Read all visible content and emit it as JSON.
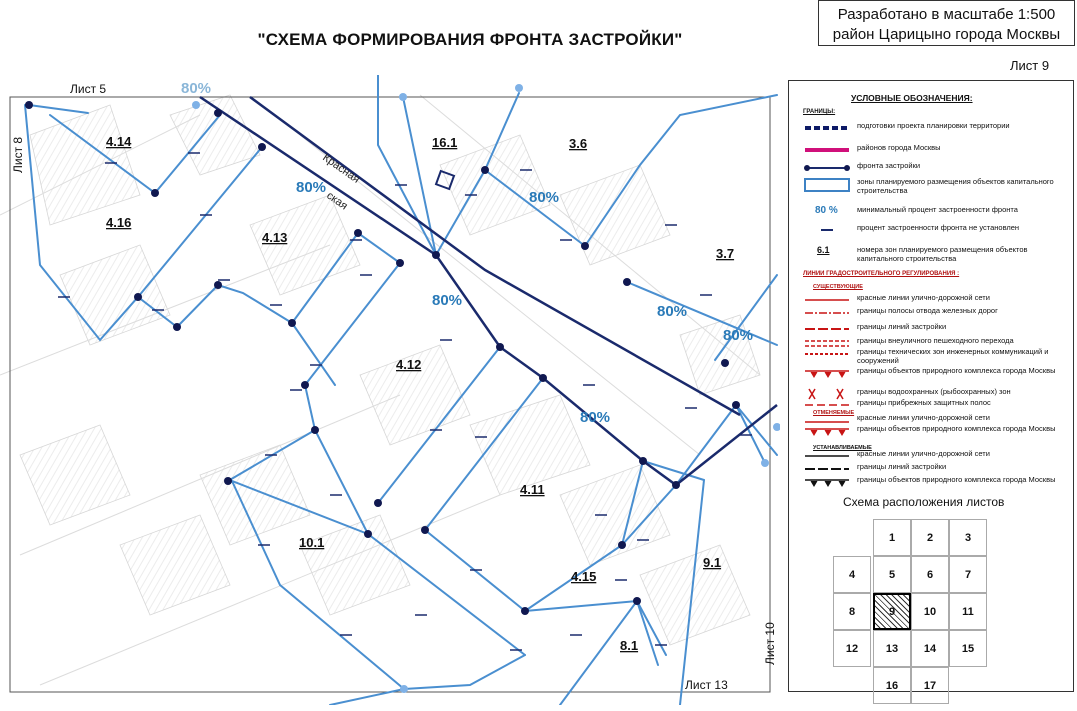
{
  "header": {
    "scale_line1": "Разработано в масштабе 1:500",
    "scale_line2": "район Царицыно города Москвы",
    "title": "\"СХЕМА ФОРМИРОВАНИЯ ФРОНТА ЗАСТРОЙКИ\"",
    "sheet": "Лист 9"
  },
  "map": {
    "sheet_refs": {
      "top": "Лист 5",
      "left": "Лист 8",
      "right": "Лист 10",
      "bottom": "Лист 13"
    },
    "street_label_1": "Красная",
    "street_label_2": "ская",
    "zones": [
      "4.14",
      "4.16",
      "4.13",
      "16.1",
      "3.6",
      "3.7",
      "4.12",
      "4.11",
      "10.1",
      "4.15",
      "9.1",
      "8.1"
    ],
    "percent_labels": [
      "80%",
      "80%",
      "80%",
      "80%",
      "80%",
      "80%",
      "80%"
    ],
    "colors": {
      "front_line": "#1a2a6c",
      "zone_line": "#3d82c4",
      "percent_text": "#2a7ab8",
      "red_line": "#111111"
    }
  },
  "legend": {
    "title": "УСЛОВНЫЕ ОБОЗНАЧЕНИЯ:",
    "boundaries_heading": "ГРАНИЦЫ:",
    "items": [
      "подготовки проекта планировки территории",
      "районов города Москвы",
      "фронта застройки",
      "зоны планируемого размещения объектов капитального строительства",
      "минимальный процент застроенности фронта",
      "процент застроенности фронта не установлен",
      "номера зон планируемого размещения объектов капитального строительства"
    ],
    "percent_symbol": "80 %",
    "zone_symbol": "6.1",
    "regulation_heading": "ЛИНИИ ГРАДОСТРОИТЕЛЬНОГО РЕГУЛИРОВАНИЯ :",
    "existing_heading": "СУЩЕСТВУЮЩИЕ",
    "existing_items": [
      "красные линии улично-дорожной сети",
      "границы полосы отвода железных дорог",
      "границы линий застройки",
      "границы внеуличного пешеходного перехода",
      "границы технических зон инженерных коммуникаций и сооружений",
      "границы объектов природного комплекса города Москвы",
      "границы водоохранных (рыбоохранных) зон",
      "границы прибрежных защитных полос"
    ],
    "cancelled_heading": "ОТМЕНЯЕМЫЕ",
    "cancelled_items": [
      "красные линии улично-дорожной сети",
      "границы объектов природного комплекса города Москвы"
    ],
    "established_heading": "УСТАНАВЛИВАЕМЫЕ",
    "established_items": [
      "красные линии улично-дорожной сети",
      "границы линий застройки",
      "границы объектов природного комплекса города Москвы"
    ],
    "sheet_scheme_title": "Схема расположения листов",
    "sheet_grid": [
      "1",
      "2",
      "3",
      "4",
      "5",
      "6",
      "7",
      "8",
      "9",
      "10",
      "11",
      "12",
      "13",
      "14",
      "15",
      "16",
      "17"
    ],
    "current_sheet": "9"
  }
}
